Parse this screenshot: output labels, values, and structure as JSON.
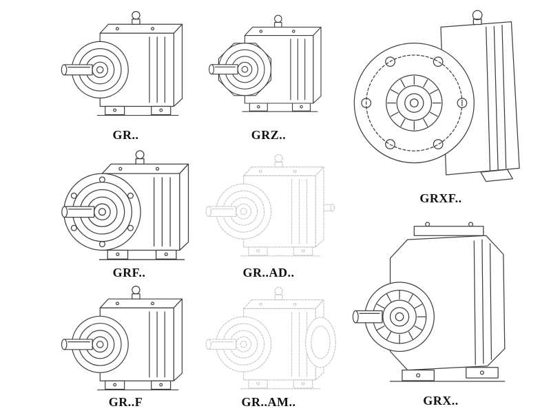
{
  "items": [
    {
      "label": "GR.."
    },
    {
      "label": "GRZ.."
    },
    {
      "label": "GRXF.."
    },
    {
      "label": "GRF.."
    },
    {
      "label": "GR..AD.."
    },
    {
      "label": "GR..F"
    },
    {
      "label": "GR..AM.."
    },
    {
      "label": "GRX.."
    }
  ],
  "colors": {
    "ink": "#3f3f3f",
    "ghost": "#c7c7c7",
    "background": "#ffffff"
  }
}
